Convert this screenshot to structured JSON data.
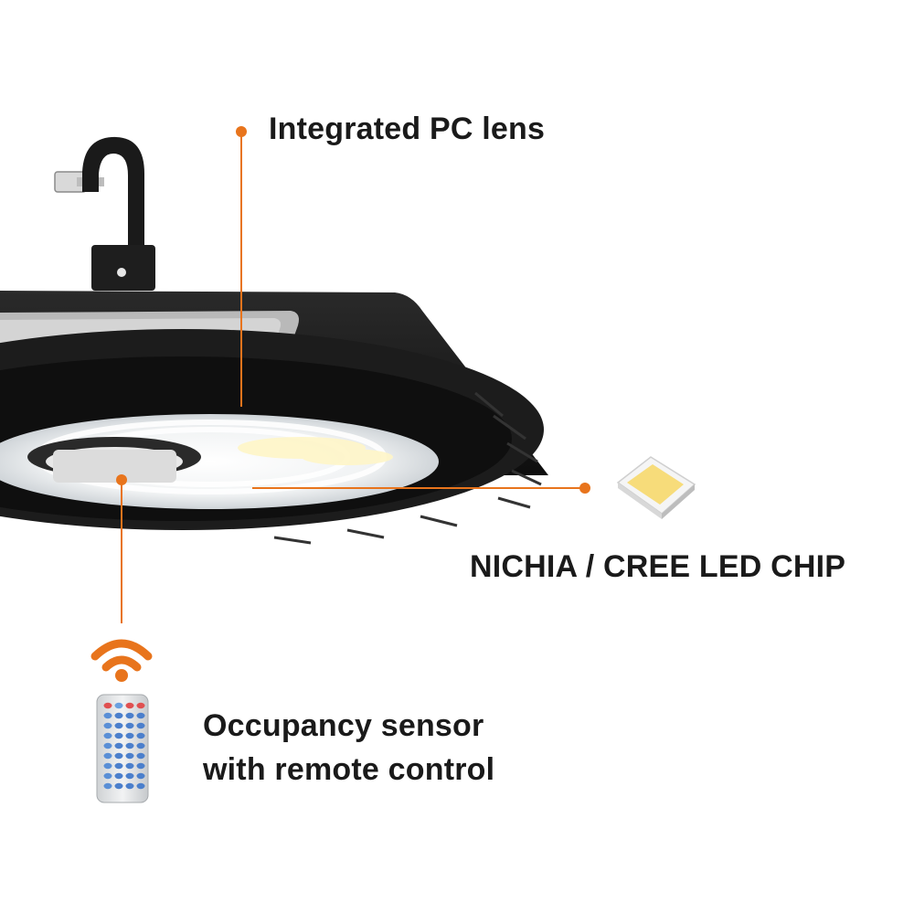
{
  "callouts": {
    "lens": "Integrated PC lens",
    "chip": "NICHIA / CREE LED CHIP",
    "sensor_line1": "Occupancy sensor",
    "sensor_line2": "with remote control"
  },
  "colors": {
    "accent": "#e8741c",
    "fixture_body": "#1b1b1b",
    "text": "#1a1a1a",
    "led_chip": "#f7dc7a"
  },
  "icons": [
    "hanging-hook-icon",
    "ufo-high-bay-fixture-icon",
    "led-chip-icon",
    "wireless-signal-icon",
    "remote-control-icon"
  ]
}
